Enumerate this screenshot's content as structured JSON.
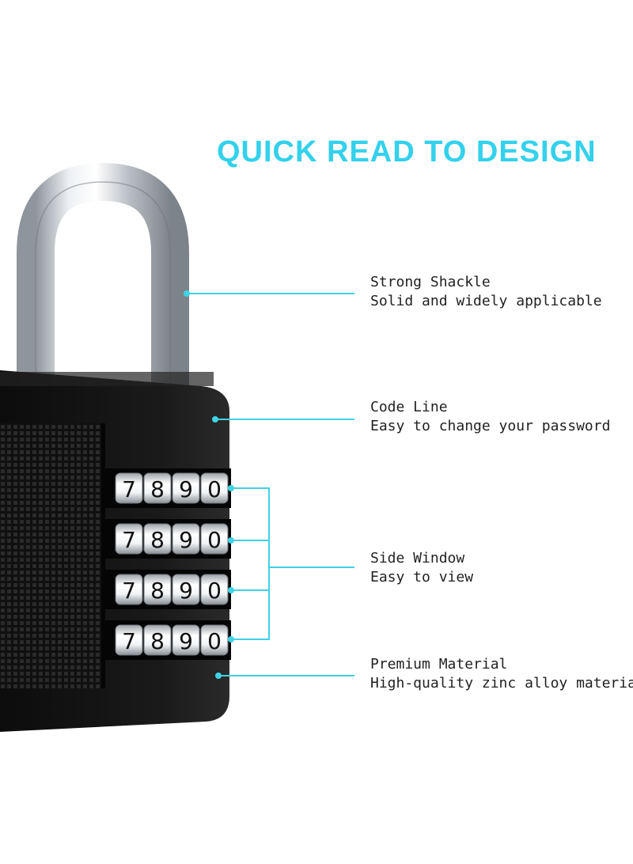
{
  "headline": "QUICK READ TO DESIGN",
  "colors": {
    "accent": "#3fd3e6",
    "headline": "#33d1ec",
    "lock_body": "#141414",
    "shackle": "#c8ccd1"
  },
  "features": [
    {
      "title": "Strong Shackle",
      "desc": "Solid and widely applicable"
    },
    {
      "title": "Code Line",
      "desc": "Easy to change your password"
    },
    {
      "title": "Side Window",
      "desc": "Easy to view"
    },
    {
      "title": "Premium Material",
      "desc": "High-quality zinc alloy material"
    }
  ],
  "dial_digits": [
    "7",
    "8",
    "9",
    "0"
  ]
}
